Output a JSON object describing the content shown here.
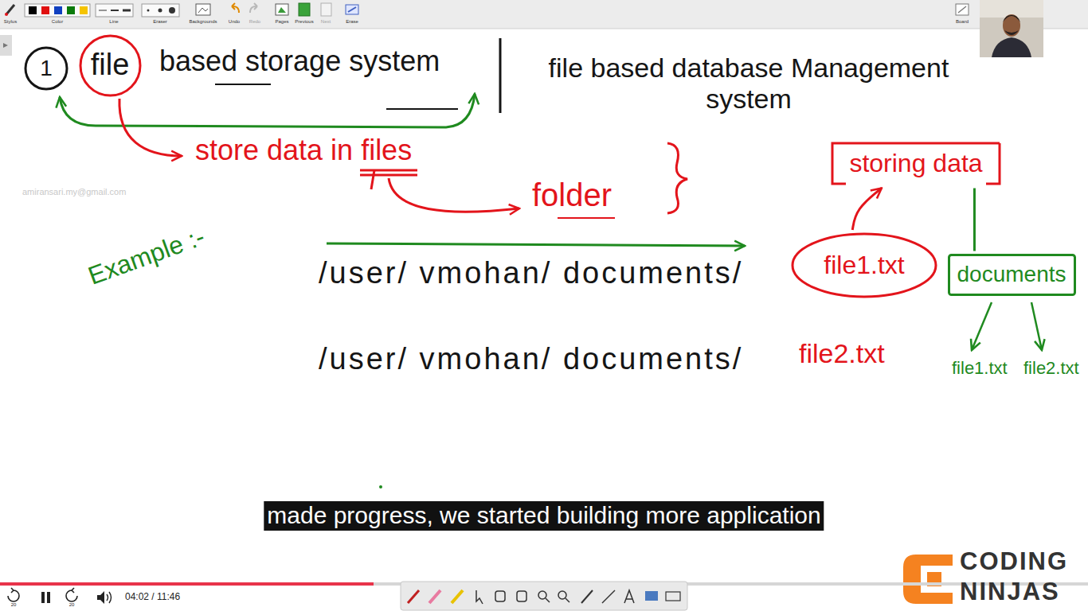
{
  "diagram": {
    "nodes": [
      {
        "text": [
          "1"
        ]
      },
      {
        "text": [
          "file"
        ]
      },
      {
        "text": [
          "storing data"
        ]
      },
      {
        "text": [
          "file1.txt"
        ]
      },
      {
        "text": [
          "documents"
        ]
      }
    ],
    "edges": [
      {
        "from": 3,
        "to": 2,
        "arrow": "to"
      },
      {
        "from": 2,
        "to": 4,
        "arrow": "none"
      }
    ],
    "labels": [
      "based storage system",
      "file based database Management system",
      "store data in files",
      "folder",
      "Example :-",
      "/user/ vmohan/ documents/",
      "/user/ vmohan/ documents/",
      "file2.txt",
      "file1.txt",
      "file2.txt",
      "amiransari.my@gmail.com",
      "made progress, we started building more application",
      "Stylus",
      "Color",
      "Line",
      "Eraser",
      "Backgrounds",
      "Undo",
      "Redo",
      "Pages",
      "Previous",
      "Next",
      "Erase",
      "Board",
      "04:02 / 11:46",
      "20",
      "20",
      "CODING",
      "NINJAS"
    ]
  }
}
